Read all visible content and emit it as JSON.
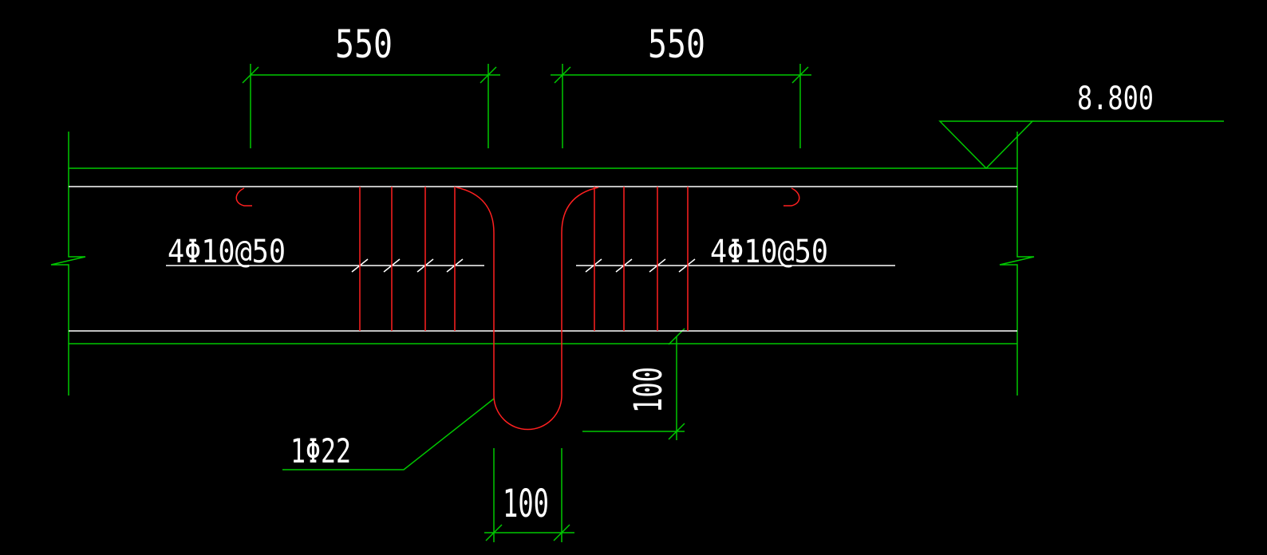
{
  "drawing": {
    "elevation": "8.800",
    "dimensions": {
      "left_span": "550",
      "right_span": "550",
      "hook_width": "100",
      "hook_depth": "100"
    },
    "labels": {
      "stirrups_left": "4Φ10@50",
      "stirrups_right": "4Φ10@50",
      "hanger_bar": "1Φ22"
    }
  },
  "colors": {
    "background": "#000000",
    "outline": "#00c800",
    "rebar": "#ff2020",
    "text": "#ffffff"
  }
}
